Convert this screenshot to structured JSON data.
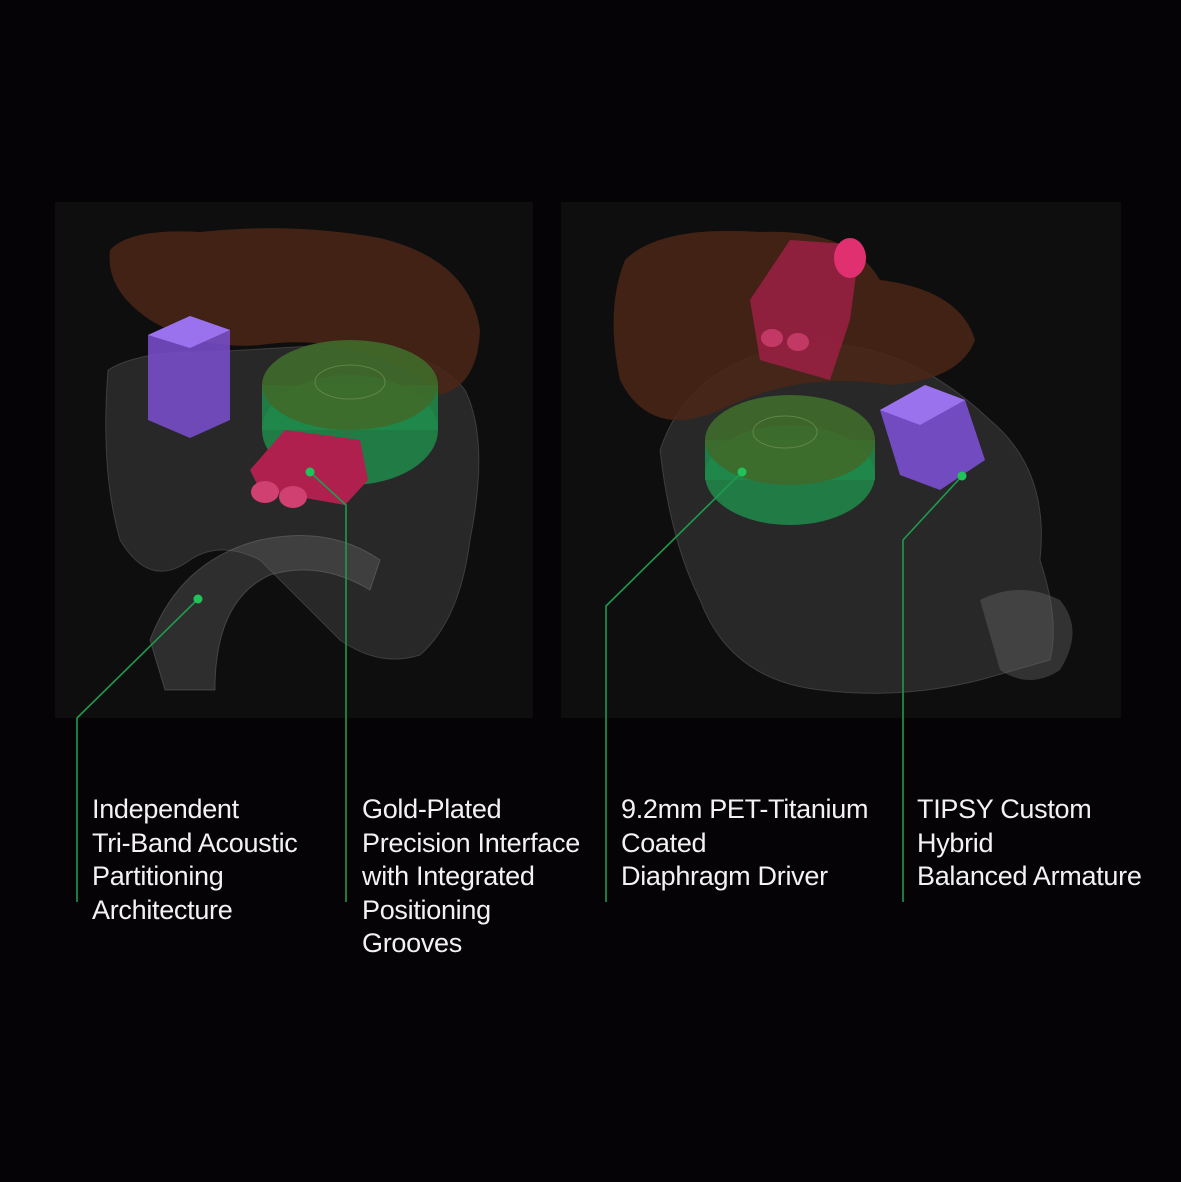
{
  "colors": {
    "background": "#050306",
    "panel": "#0e0e0f",
    "leader_line": "#1f9a4e",
    "driver": "#2fa55f",
    "balanced_armature": "#7a4fd0",
    "connector": "#b0204f",
    "shell": "#4a2616"
  },
  "callouts": [
    {
      "lines": [
        "Independent",
        "Tri-Band Acoustic",
        "Partitioning",
        "Architecture"
      ]
    },
    {
      "lines": [
        "Gold-Plated",
        "Precision Interface",
        "with Integrated",
        "Positioning",
        "Grooves"
      ]
    },
    {
      "lines": [
        "9.2mm PET-Titanium",
        "Coated",
        "Diaphragm Driver"
      ]
    },
    {
      "lines": [
        "TIPSY Custom",
        "Hybrid",
        "Balanced Armature"
      ]
    }
  ]
}
